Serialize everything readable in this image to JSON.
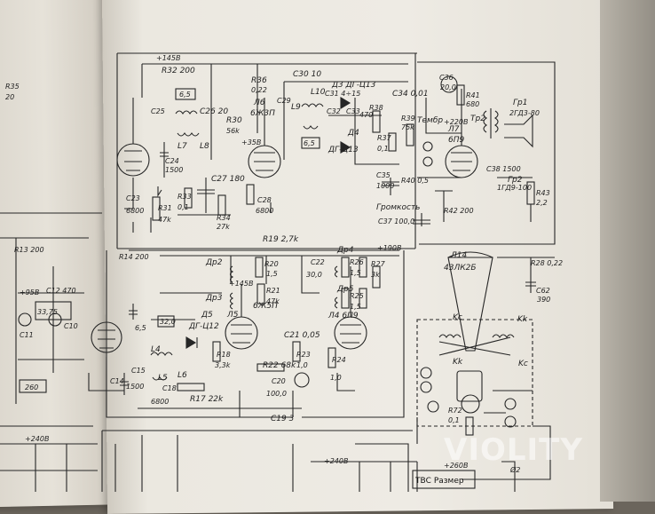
{
  "schematic": {
    "labels": {
      "r32": "R32 200",
      "r36": "R36",
      "r36v": "0,22",
      "l6": "Л6",
      "tube_l6": "6Ж3П",
      "r30": "R30",
      "r30v": "56k",
      "v35": "+35B",
      "v145": "+145B",
      "c25": "C25",
      "c26": "C26 20",
      "l7": "L7",
      "l8": "L8",
      "c24": "C24",
      "c24v": "1500",
      "c23": "C23",
      "c23v": "6800",
      "r31": "R31",
      "r31v": "47k",
      "r33": "R33",
      "r33v": "0,1",
      "c27": "C27 180",
      "r34": "R34",
      "r34v": "27k",
      "c28": "C28",
      "c28v": "6800",
      "box65a": "6,5",
      "box65b": "6,5",
      "c30": "C30 10",
      "l10": "L10",
      "l9": "L9",
      "c29": "C29",
      "c31": "C31 4÷15",
      "c32": "C32",
      "c33": "C33",
      "d3": "Д3 ДГ-Ц13",
      "d4": "Д4",
      "d4t": "ДГ-Ц13",
      "r38": "R38",
      "r38v": "470",
      "c34": "C34 0,01",
      "r39": "R39",
      "r39v": "75k",
      "timbre": "Тембр",
      "r37": "R37",
      "r37v": "0,1",
      "c35": "C35",
      "c35v": "1000",
      "r40": "R40 0,5",
      "volume": "Громкость",
      "c37": "C37 100,0",
      "r42": "R42 200",
      "c36": "C36",
      "c36v": "20,0",
      "r41": "R41",
      "r41v": "680",
      "v220": "+220B",
      "l7t": "Л7",
      "tube_l7": "6П9",
      "tr2": "Тр2",
      "gr1": "Гр1",
      "gr1t": "2ГД3-80",
      "c38": "C38 1500",
      "gr2": "Гр2",
      "gr2t": "1ГД9-100",
      "r43": "R43",
      "r43v": "2,2",
      "r19": "R19 2,7k",
      "r20": "R20",
      "r20v": "1,5",
      "c22": "C22",
      "c22v": "30,0",
      "dr2": "Др2",
      "dr3": "Др3",
      "r21": "R21",
      "r21v": "47k",
      "v145b": "+145B",
      "d5": "Д5",
      "d5t": "ДГ-Ц12",
      "l5": "Л5",
      "tube_l5": "6Ж5П",
      "l5c": "L5",
      "l6c": "L6",
      "c18": "C18",
      "c18v": "6800",
      "r18": "R18",
      "r18v": "3,3k",
      "r17": "R17 22k",
      "r22": "R22 68k",
      "c20": "C20",
      "c20v": "100,0",
      "c21": "C21 0,05",
      "r23": "R23",
      "r23v": "1,0",
      "c19": "C19 3",
      "box32": "32,0",
      "dr4": "Др4",
      "dr5": "Др5",
      "r26": "R26",
      "r26v": "1,5",
      "r25": "R25",
      "r25v": "1,5",
      "l4": "Л4 6П9",
      "r24": "R24",
      "r24v": "1,0",
      "r27": "R27",
      "r27v": "3k",
      "v190": "+190B",
      "l14": "Л14",
      "l14t": "43ЛК2Б",
      "r28": "R28 0,22",
      "c62": "C62",
      "c62v": "390",
      "kc1": "Kc",
      "kk1": "Kk",
      "kc2": "Kc",
      "kk2": "Kk",
      "r72": "R72",
      "r72v": "0,1",
      "v240": "+240B",
      "v240b": "+240B",
      "v260": "+260B",
      "tvs": "ТВС Размер",
      "v16": "Ø2",
      "r13": "R13 200",
      "r14": "R14 200",
      "v95": "+95B",
      "c12": "C12 470",
      "box3375": "33,75",
      "c11": "C11",
      "c10": "C10",
      "box260": "260",
      "c15": "C15",
      "c15v": "1500",
      "c14": "C14",
      "l4c": "L4",
      "r35": "R35",
      "r35v": "20",
      "box": "6,5"
    }
  },
  "watermark": "VIOLITY"
}
